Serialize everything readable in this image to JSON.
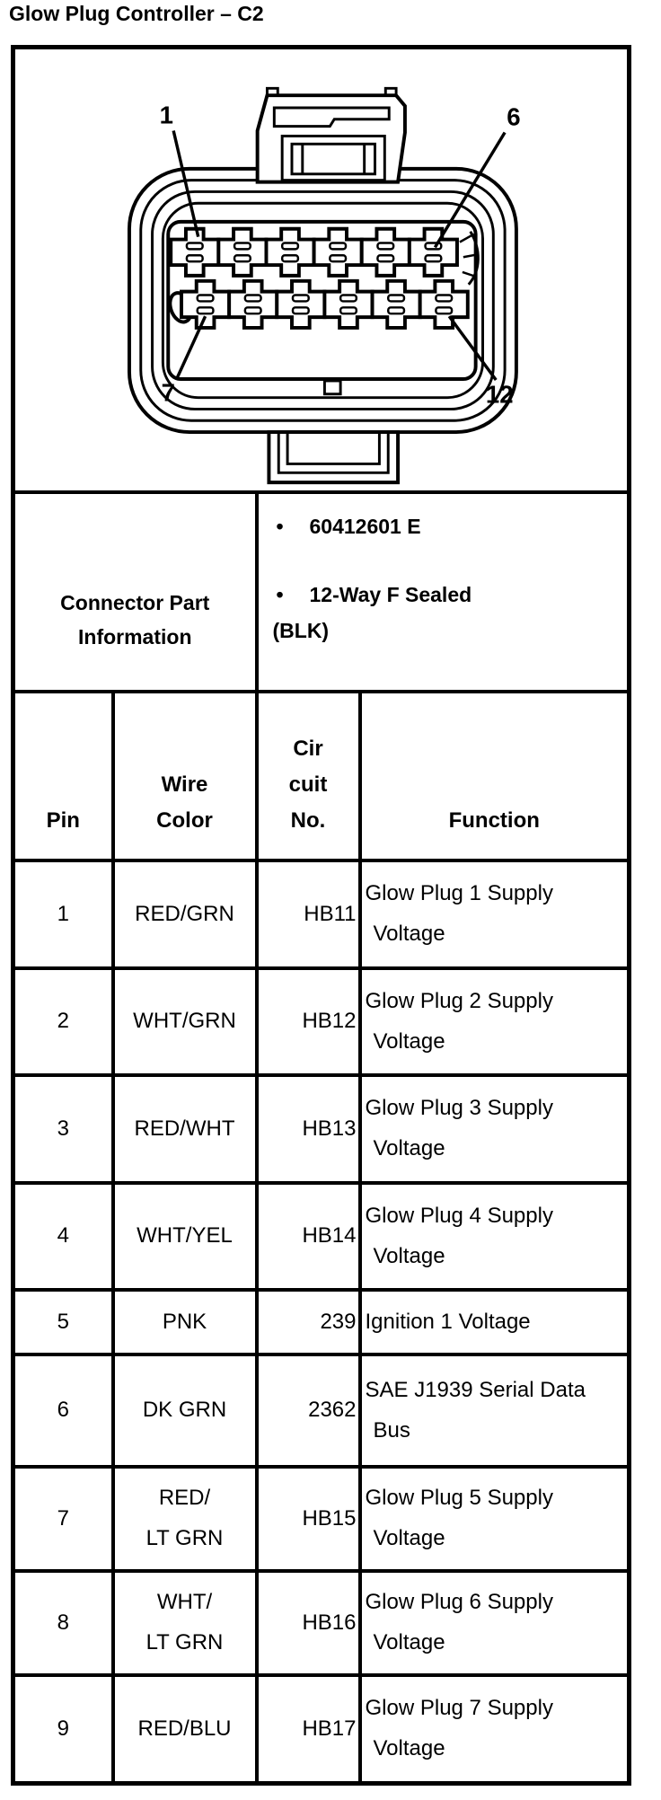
{
  "title": "Glow Plug Controller – C2",
  "colors": {
    "ink": "#000000",
    "paper": "#ffffff"
  },
  "connector": {
    "description": "12-way female sealed connector, front view, 2 rows of 6 terminals",
    "callouts": {
      "top_left": "1",
      "top_right": "6",
      "bottom_left": "7",
      "bottom_right": "12"
    }
  },
  "part_info": {
    "label": "Connector Part Information",
    "bullets": [
      "60412601 E",
      "12-Way F Sealed\n(BLK)"
    ]
  },
  "table": {
    "headers": {
      "pin": "Pin",
      "wire_color": "Wire\nColor",
      "circuit_no": "Cir\ncuit\nNo.",
      "function": "Function"
    },
    "rows": [
      {
        "pin": "1",
        "wire": [
          "RED/GRN"
        ],
        "circuit": "HB11",
        "function": [
          "Glow Plug 1 Supply",
          "Voltage"
        ]
      },
      {
        "pin": "2",
        "wire": [
          "WHT/GRN"
        ],
        "circuit": "HB12",
        "function": [
          "Glow Plug 2 Supply",
          "Voltage"
        ]
      },
      {
        "pin": "3",
        "wire": [
          "RED/WHT"
        ],
        "circuit": "HB13",
        "function": [
          "Glow Plug 3 Supply",
          "Voltage"
        ]
      },
      {
        "pin": "4",
        "wire": [
          "WHT/YEL"
        ],
        "circuit": "HB14",
        "function": [
          "Glow Plug 4 Supply",
          "Voltage"
        ]
      },
      {
        "pin": "5",
        "wire": [
          "PNK"
        ],
        "circuit": "239",
        "function": [
          "Ignition 1 Voltage"
        ]
      },
      {
        "pin": "6",
        "wire": [
          "DK GRN"
        ],
        "circuit": "2362",
        "function": [
          "SAE J1939 Serial Data",
          "Bus"
        ]
      },
      {
        "pin": "7",
        "wire": [
          "RED/",
          "LT GRN"
        ],
        "circuit": "HB15",
        "function": [
          "Glow Plug 5 Supply",
          "Voltage"
        ]
      },
      {
        "pin": "8",
        "wire": [
          "WHT/",
          "LT GRN"
        ],
        "circuit": "HB16",
        "function": [
          "Glow Plug 6 Supply",
          "Voltage"
        ]
      },
      {
        "pin": "9",
        "wire": [
          "RED/BLU"
        ],
        "circuit": "HB17",
        "function": [
          "Glow Plug 7 Supply",
          "Voltage"
        ]
      }
    ]
  }
}
